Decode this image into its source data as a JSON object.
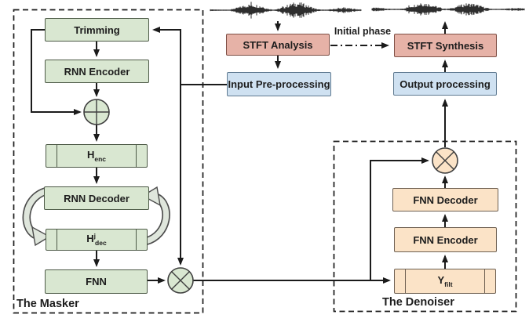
{
  "colors": {
    "green_fill": "#d9e7d1",
    "green_border": "#4d5a47",
    "pink_fill": "#e6b2a7",
    "pink_border": "#7e4f45",
    "blue_fill": "#cfe1f1",
    "blue_border": "#5f7a91",
    "orange_fill": "#fbe3c7",
    "orange_border": "#6e6052",
    "line": "#1b1b1b",
    "wave": "#2e2e2e",
    "node_stroke": "#3f3f3f",
    "arrow_band_fill": "#dfe6dc",
    "arrow_band_outline": "#4c4c4c"
  },
  "masker": {
    "label": "The Masker",
    "blocks": {
      "trimming": "Trimming",
      "rnn_encoder": "RNN Encoder",
      "h_enc": {
        "main": "H",
        "sub": "enc"
      },
      "rnn_decoder": "RNN Decoder",
      "h_dec": {
        "main": "H",
        "sup": "j",
        "sub": "dec"
      },
      "fnn": "FNN"
    }
  },
  "pipeline": {
    "stft_analysis": "STFT Analysis",
    "input_preprocessing": "Input Pre-processing",
    "initial_phase": "Initial phase",
    "stft_synthesis": "STFT Synthesis",
    "output_processing": "Output processing"
  },
  "denoiser": {
    "label": "The Denoiser",
    "blocks": {
      "fnn_decoder": "FNN Decoder",
      "fnn_encoder": "FNN Encoder",
      "y_filt": {
        "main": "Y",
        "sub": "filt"
      }
    }
  },
  "icons": {
    "sum_node": "circle-plus-operator",
    "masker_product_node": "circle-multiply-operator",
    "denoiser_product_node": "circle-multiply-operator",
    "input_waveform": "audio-waveform",
    "output_waveform": "audio-waveform",
    "recurrence_arrows": "curved-loop-arrows"
  }
}
